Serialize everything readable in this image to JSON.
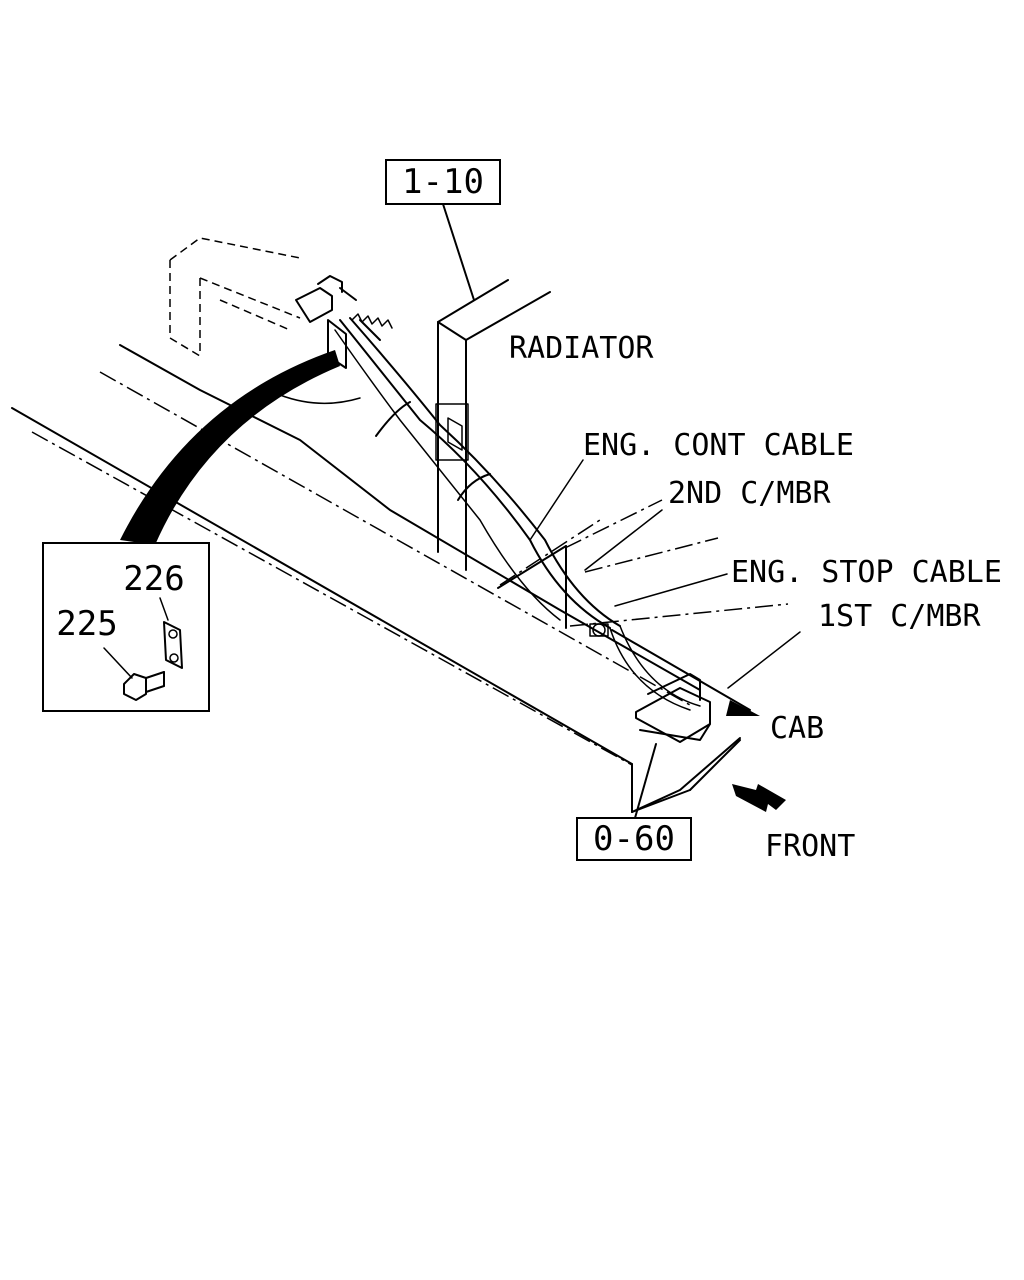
{
  "references": {
    "top": "1-10",
    "bottom": "0-60"
  },
  "labels": {
    "radiator": "RADIATOR",
    "eng_cont_cable": "ENG. CONT CABLE",
    "second_cmbr": "2ND C/MBR",
    "eng_stop_cable": "ENG. STOP CABLE",
    "first_cmbr": "1ST C/MBR",
    "cab": "CAB",
    "front": "FRONT"
  },
  "parts": {
    "bolt": "225",
    "clip": "226"
  },
  "colors": {
    "line": "#000000",
    "background": "#ffffff"
  }
}
